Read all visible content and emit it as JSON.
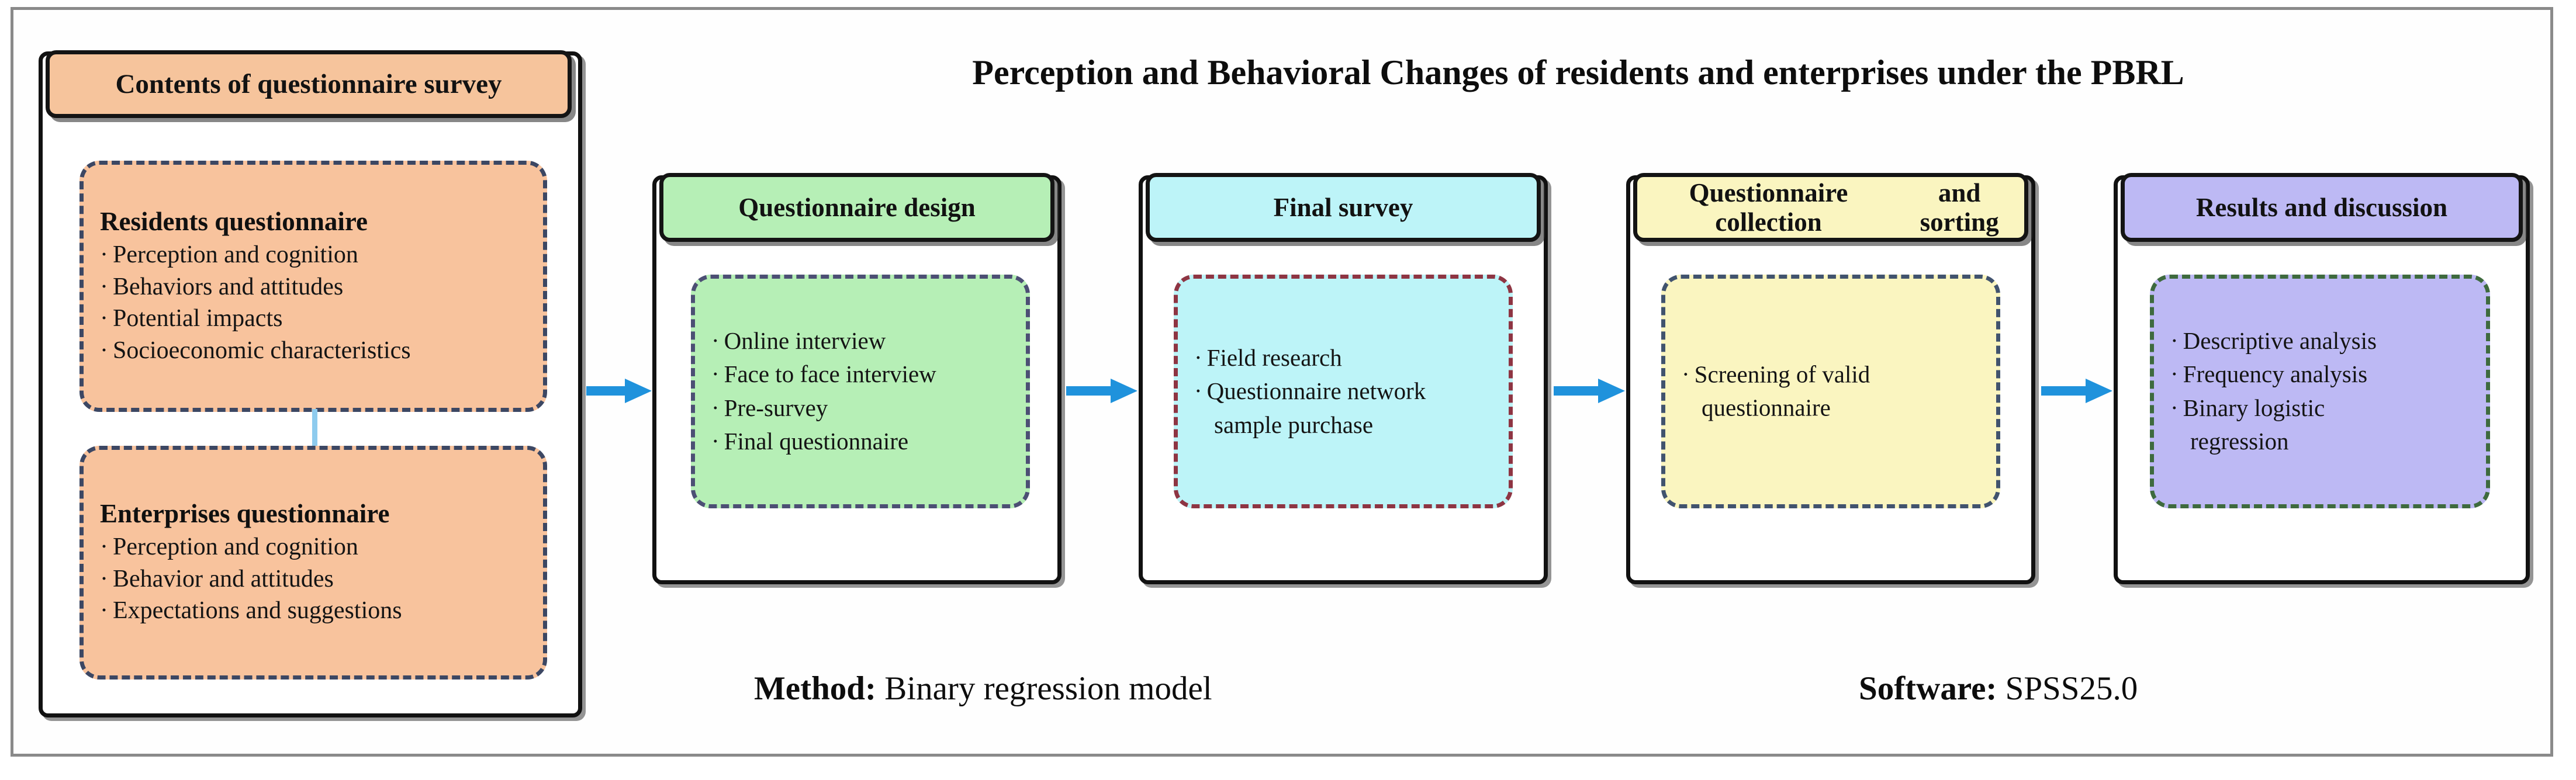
{
  "title": "Perception and Behavioral Changes of residents and enterprises under the PBRL",
  "colors": {
    "orange": "#f8c39d",
    "green": "#b6efb6",
    "cyan": "#bdf4f8",
    "yellow": "#faf5c0",
    "purple": "#bdb9f4",
    "arrow_blue": "#1f92dc",
    "connector_blue": "#8ecbee",
    "frame_gray": "#8a8a8a",
    "outline_black": "#111111",
    "dash_navy": "#3c4763",
    "dash_maroon": "#8e3543",
    "dash_green": "#3e6a3e",
    "dash_slate": "#41536e",
    "dash_indigo": "#4c4f74"
  },
  "contents_panel": {
    "header": "Contents of questionnaire survey",
    "residents": {
      "title": "Residents questionnaire",
      "bullets": [
        "Perception and cognition",
        "Behaviors and attitudes",
        "Potential impacts",
        "Socioeconomic characteristics"
      ]
    },
    "enterprises": {
      "title": "Enterprises questionnaire",
      "bullets": [
        "Perception and cognition",
        "Behavior and attitudes",
        "Expectations and suggestions"
      ]
    }
  },
  "stages": [
    {
      "header": "Questionnaire design",
      "bullets": [
        "Online interview",
        "Face to face interview",
        "Pre-survey",
        "Final questionnaire"
      ],
      "continuations": []
    },
    {
      "header": "Final survey",
      "bullets": [
        "Field research",
        "Questionnaire network"
      ],
      "continuations": [
        "sample purchase"
      ]
    },
    {
      "header": "Questionnaire collection and sorting",
      "header_line1": "Questionnaire collection",
      "header_line2": "and sorting",
      "bullets": [
        "Screening of valid"
      ],
      "continuations": [
        "questionnaire"
      ]
    },
    {
      "header": "Results and discussion",
      "bullets": [
        "Descriptive analysis",
        "Frequency analysis",
        "Binary logistic"
      ],
      "continuations": [
        "regression"
      ]
    }
  ],
  "bullet_symbol": "·",
  "captions": {
    "method_label": "Method:",
    "method_value": " Binary regression model",
    "software_label": "Software:",
    "software_value": " SPSS25.0"
  },
  "arrows": [
    "arrow-right-icon",
    "arrow-right-icon",
    "arrow-right-icon",
    "arrow-right-icon"
  ]
}
